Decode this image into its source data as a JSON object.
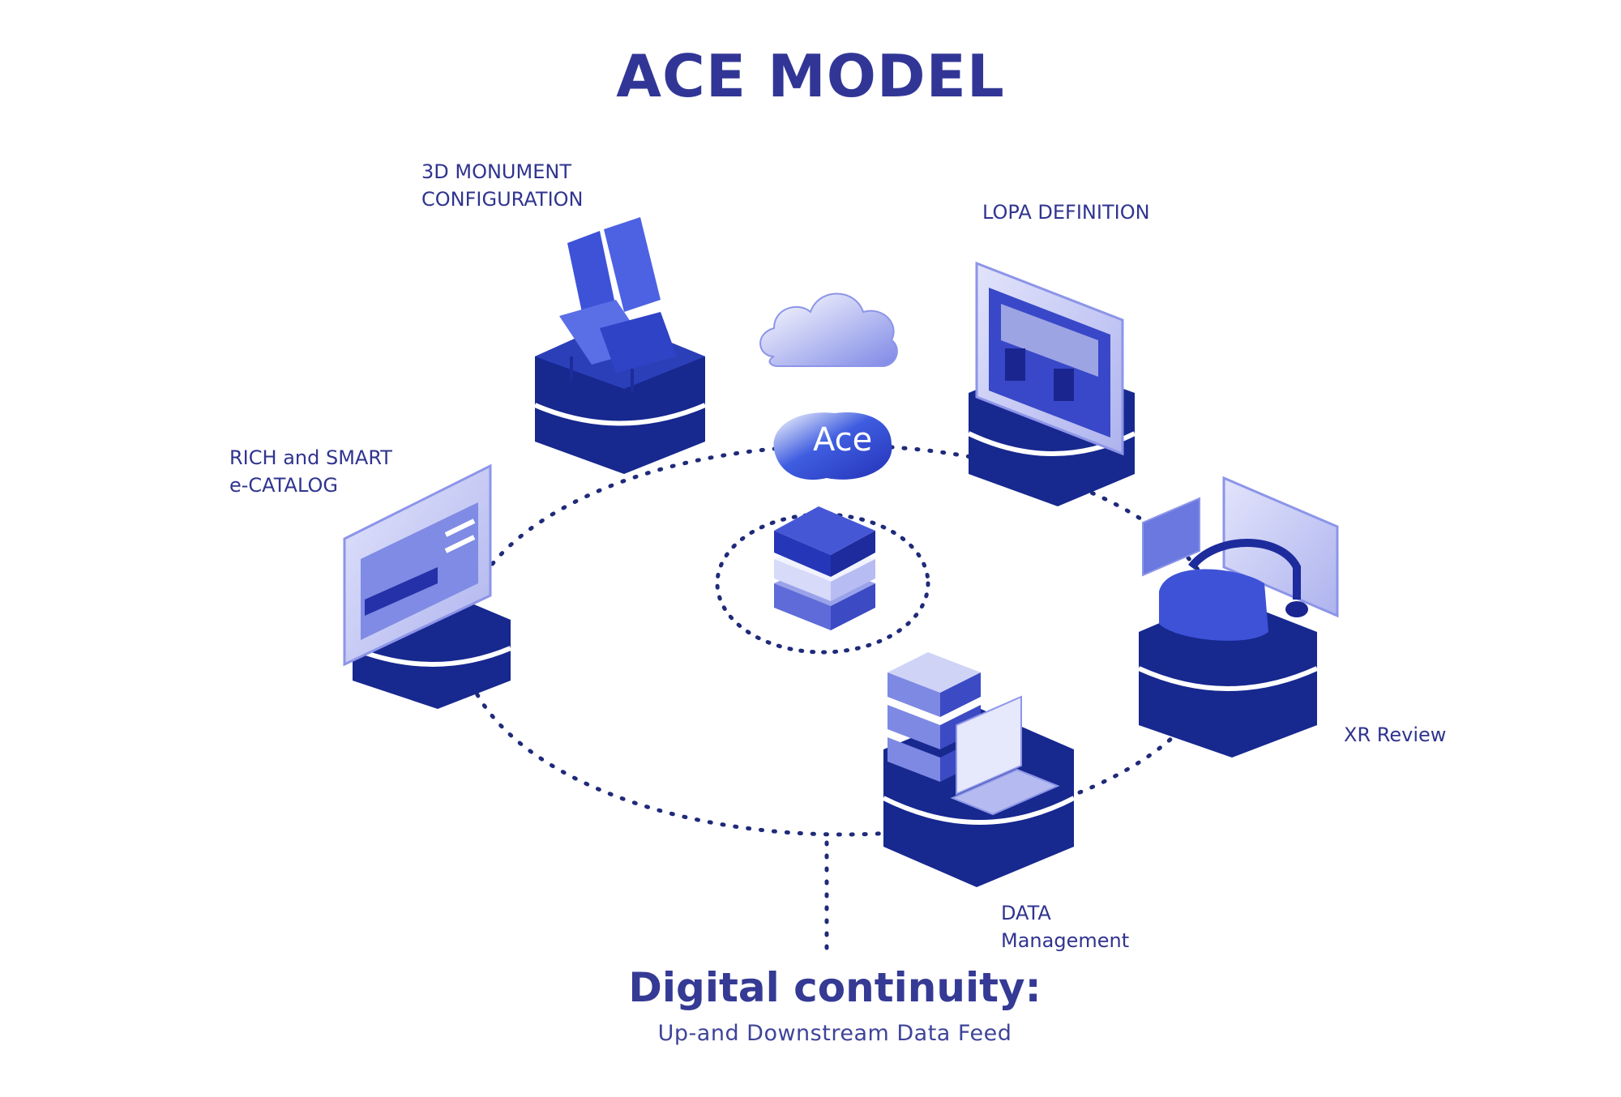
{
  "title": "ACE MODEL",
  "hub": {
    "logo_text": "Ace"
  },
  "nodes": {
    "monument": {
      "label": "3D MONUMENT\nCONFIGURATION"
    },
    "lopa": {
      "label": "LOPA DEFINITION"
    },
    "catalog": {
      "label": "RICH and SMART\ne-CATALOG"
    },
    "xr": {
      "label": "XR Review"
    },
    "data": {
      "label": "DATA\nManagement"
    }
  },
  "footer": {
    "main": "Digital continuity:",
    "sub": "Up-and Downstream Data Feed"
  },
  "icons": [
    "cloud-icon",
    "ace-logo-icon",
    "database-stack-icon",
    "seats-icon",
    "lopa-screen-icon",
    "catalog-screen-icon",
    "vr-headset-icon",
    "server-laptop-icon"
  ],
  "colors": {
    "navy": "#1a2e9a",
    "accent": "#3c4fd6",
    "light": "#b9bdf0",
    "title": "#313696"
  }
}
